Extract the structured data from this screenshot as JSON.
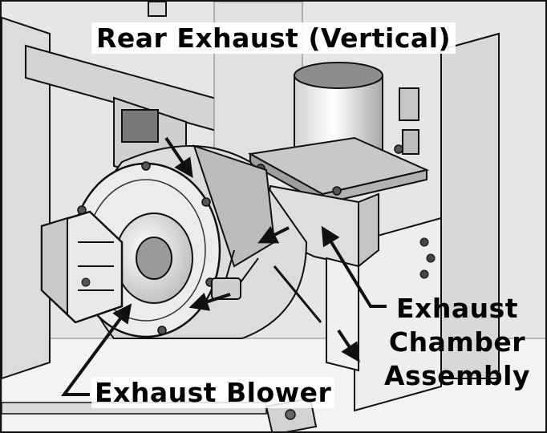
{
  "figure": {
    "title": "Rear Exhaust (Vertical)",
    "callouts": {
      "blower": "Exhaust Blower",
      "chamber_line1": "Exhaust",
      "chamber_line2": "Chamber",
      "chamber_line3": "Assembly"
    }
  },
  "colors": {
    "line": "#111111",
    "panel": "#f4f4f4",
    "shade": "#bdbdbd",
    "dark": "#6e6e6e"
  }
}
